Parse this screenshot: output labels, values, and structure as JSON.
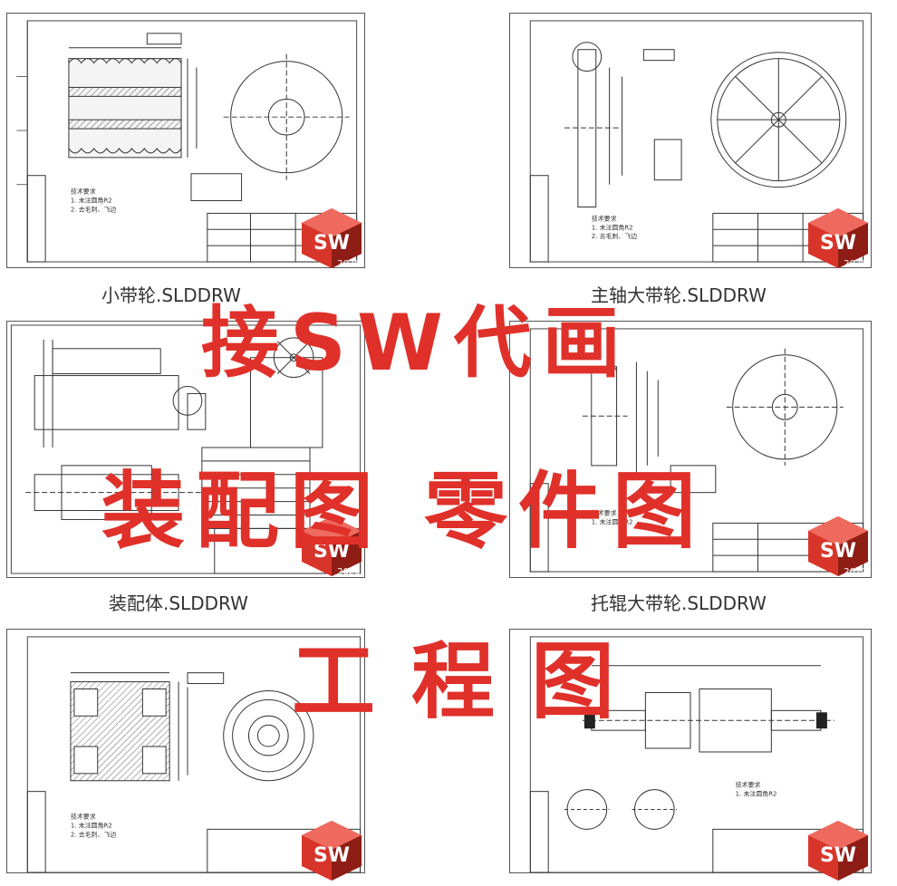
{
  "drawings": [
    {
      "caption": "小带轮.SLDDRW",
      "badge_year": "2020"
    },
    {
      "caption": "主轴大带轮.SLDDRW",
      "badge_year": "2020"
    },
    {
      "caption": "装配体.SLDDRW",
      "badge_year": "2020"
    },
    {
      "caption": "托辊大带轮.SLDDRW",
      "badge_year": "2020"
    },
    {
      "caption": "",
      "badge_year": ""
    },
    {
      "caption": "",
      "badge_year": ""
    }
  ],
  "badge_text": "SW",
  "overlay": {
    "line1": "接SW代画",
    "line2": "装配图 零件图",
    "line3": "工程图"
  },
  "colors": {
    "overlay": "#e0302a",
    "badge": "#d8352a",
    "badge_dark": "#8e1d16"
  },
  "icons": [
    "solidworks-logo-icon"
  ]
}
